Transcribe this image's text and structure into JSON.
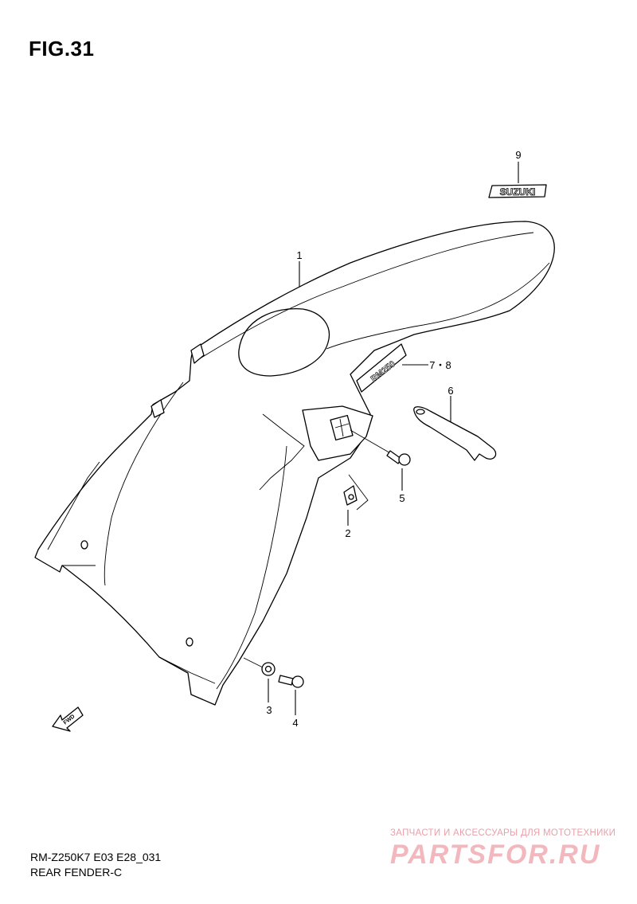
{
  "figure": {
    "title": "FIG.31"
  },
  "callouts": {
    "c1": "1",
    "c2": "2",
    "c3": "3",
    "c4": "4",
    "c5": "5",
    "c6": "6",
    "c78": "7・8",
    "c9": "9"
  },
  "emblem_text": "SUZUKI",
  "decal_text": "RM250",
  "fwd_text": "FWD",
  "footer": {
    "model_code": "RM-Z250K7 E03 E28_031",
    "part_group": "REAR FENDER-C"
  },
  "watermark": {
    "tagline": "ЗАПЧАСТИ И АКСЕССУАРЫ ДЛЯ МОТОТЕХНИКИ",
    "brand": "PARTSFOR.RU"
  }
}
